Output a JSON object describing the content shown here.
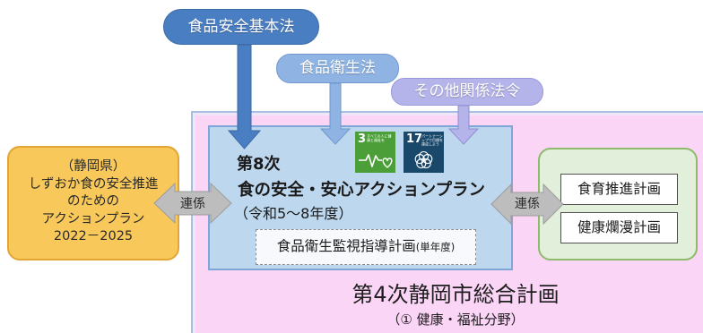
{
  "laws": {
    "food_safety_basic_act": "食品安全基本法",
    "food_sanitation_act": "食品衛生法",
    "other_related_laws": "その他関係法令"
  },
  "prefectural_plan": {
    "lines": [
      "（静岡県）",
      "しずおか食の安全推進",
      "のための",
      "アクションプラン",
      "2022－2025"
    ]
  },
  "links": {
    "left_label": "連係",
    "right_label": "連係"
  },
  "action_plan": {
    "edition": "第8次",
    "title": "食の安全・安心アクションプラン",
    "period": "（令和5～8年度）",
    "inspection_plan": {
      "name": "食品衛生監視指導計画",
      "term": "(単年度)"
    }
  },
  "sdgs": [
    {
      "number": "3",
      "label": "すべての人に健康と福祉を",
      "icon": "heartbeat-icon",
      "color": "#4c9f38"
    },
    {
      "number": "17",
      "label": "パートナーシップで目標を達成しよう",
      "icon": "partnership-flower-icon",
      "color": "#19486a"
    }
  ],
  "related_city_plans": [
    "食育推進計画",
    "健康爛漫計画"
  ],
  "comprehensive_plan": {
    "title": "第4次静岡市総合計画",
    "field": "（① 健康・福祉分野）"
  },
  "colors": {
    "law_basic": "#4a7ec2",
    "law_sanitation": "#8fb4e3",
    "law_other": "#b4b3ea",
    "comprehensive_plan_bg": "#fbd5f6",
    "action_plan_bg": "#bdd7ee",
    "prefectural_plan_bg": "#f8c85a",
    "related_plans_bg": "#e2efda",
    "link_arrow": "#bdbdbd"
  }
}
